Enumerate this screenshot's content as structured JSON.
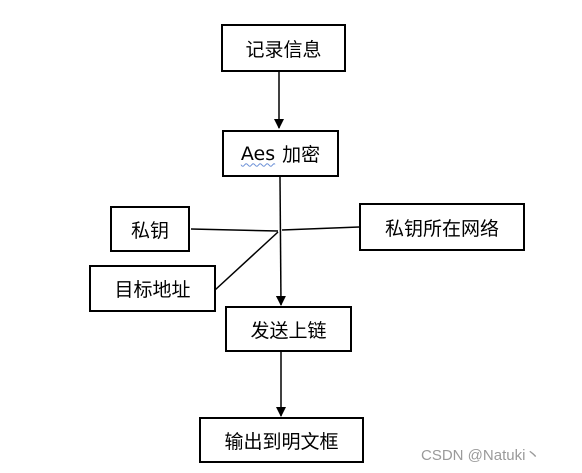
{
  "nodes": {
    "record_info": "记录信息",
    "aes_word": "Aes",
    "aes_suffix": "加密",
    "private_key": "私钥",
    "private_key_network": "私钥所在网络",
    "target_address": "目标地址",
    "send_onchain": "发送上链",
    "output_plaintext": "输出到明文框"
  },
  "watermark": "CSDN @Natuki丶",
  "colors": {
    "stroke": "#000000",
    "background": "#ffffff",
    "spellcheck": "#6a8fd6"
  }
}
